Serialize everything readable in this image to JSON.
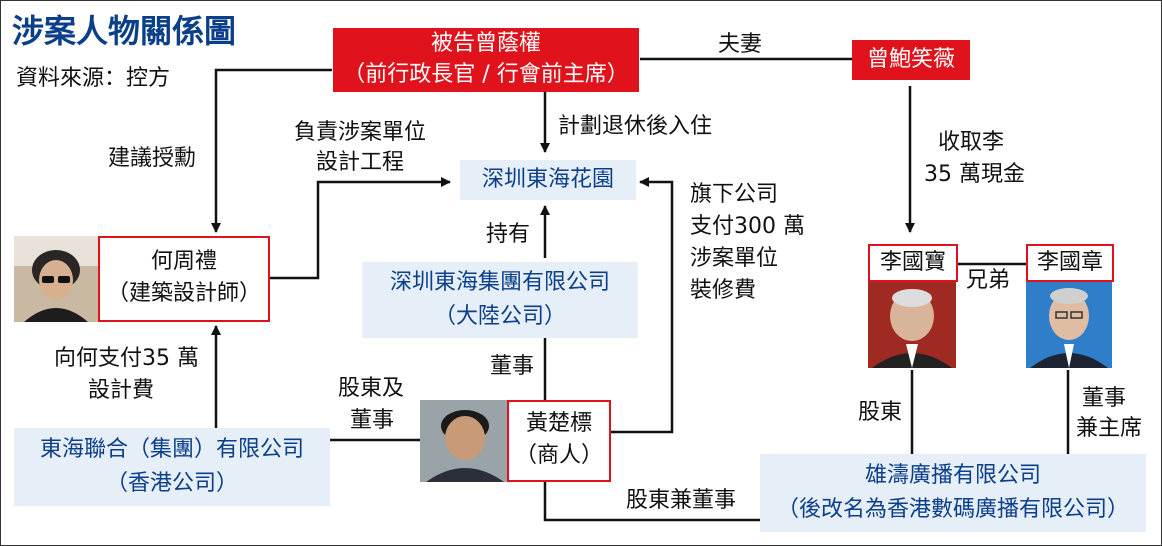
{
  "header": {
    "title": "涉案人物關係圖",
    "source": "資料來源：控方"
  },
  "nodes": {
    "defendant": {
      "line1": "被告曾蔭權",
      "line2": "（前行政長官 / 行會前主席）"
    },
    "wife": "曾鮑笑薇",
    "garden": "深圳東海花園",
    "architect": {
      "line1": "何周禮",
      "line2": "（建築設計師）"
    },
    "sz_group": {
      "line1": "深圳東海集團有限公司",
      "line2": "（大陸公司）"
    },
    "hk_company": {
      "line1": "東海聯合（集團）有限公司",
      "line2": "（香港公司）"
    },
    "businessman": {
      "line1": "黃楚標",
      "line2": "（商人）"
    },
    "li_kuo_pao": "李國寶",
    "li_kuo_cheung": "李國章",
    "broadcaster": {
      "line1": "雄濤廣播有限公司",
      "line2": "（後改名為香港數碼廣播有限公司）"
    }
  },
  "relations": {
    "spouses": "夫妻",
    "plan_retire": "計劃退休後入住",
    "recommend_honor": "建議授勳",
    "design_resp_1": "負責涉案單位",
    "design_resp_2": "設計工程",
    "holds": "持有",
    "subsidiary_1": "旗下公司",
    "subsidiary_2": "支付300 萬",
    "subsidiary_3": "涉案單位",
    "subsidiary_4": "裝修費",
    "received_1": "收取李",
    "received_2": "35 萬現金",
    "brothers": "兄弟",
    "director": "董事",
    "paid_he_1": "向何支付35 萬",
    "paid_he_2": "設計費",
    "sh_dir_1": "股東及",
    "sh_dir_2": "董事",
    "shareholder": "股東",
    "dir_chair_1": "董事",
    "dir_chair_2": "兼主席",
    "sh_and_dir": "股東兼董事"
  },
  "colors": {
    "red": "#e0121b",
    "navy": "#0b3f8a",
    "light_blue": "#e6eef8"
  }
}
